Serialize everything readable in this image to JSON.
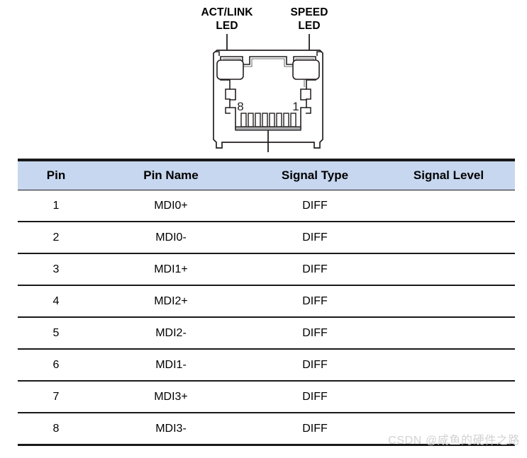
{
  "diagram": {
    "name": "rj45-connector-front-view",
    "labels": {
      "act_link_led": "ACT/LINK\nLED",
      "act_link_led_line1": "ACT/LINK",
      "act_link_led_line2": "LED",
      "speed_led_line1": "SPEED",
      "speed_led_line2": "LED"
    },
    "pin_markers": {
      "left": "8",
      "right": "1"
    },
    "contact_count": 8,
    "line_color": "#231f20",
    "fill_color": "#ffffff"
  },
  "table": {
    "name": "rj45-pinout-table",
    "header_background": "#c7d7ef",
    "border_color": "#18191b",
    "columns": [
      "Pin",
      "Pin Name",
      "Signal Type",
      "Signal Level"
    ],
    "rows": [
      {
        "pin": "1",
        "pin_name": "MDI0+",
        "signal_type": "DIFF",
        "signal_level": ""
      },
      {
        "pin": "2",
        "pin_name": "MDI0-",
        "signal_type": "DIFF",
        "signal_level": ""
      },
      {
        "pin": "3",
        "pin_name": "MDI1+",
        "signal_type": "DIFF",
        "signal_level": ""
      },
      {
        "pin": "4",
        "pin_name": "MDI2+",
        "signal_type": "DIFF",
        "signal_level": ""
      },
      {
        "pin": "5",
        "pin_name": "MDI2-",
        "signal_type": "DIFF",
        "signal_level": ""
      },
      {
        "pin": "6",
        "pin_name": "MDI1-",
        "signal_type": "DIFF",
        "signal_level": ""
      },
      {
        "pin": "7",
        "pin_name": "MDI3+",
        "signal_type": "DIFF",
        "signal_level": ""
      },
      {
        "pin": "8",
        "pin_name": "MDI3-",
        "signal_type": "DIFF",
        "signal_level": ""
      }
    ]
  },
  "watermark": {
    "text": "CSDN @咸鱼的硬件之路",
    "color": "#d2d2d2"
  }
}
